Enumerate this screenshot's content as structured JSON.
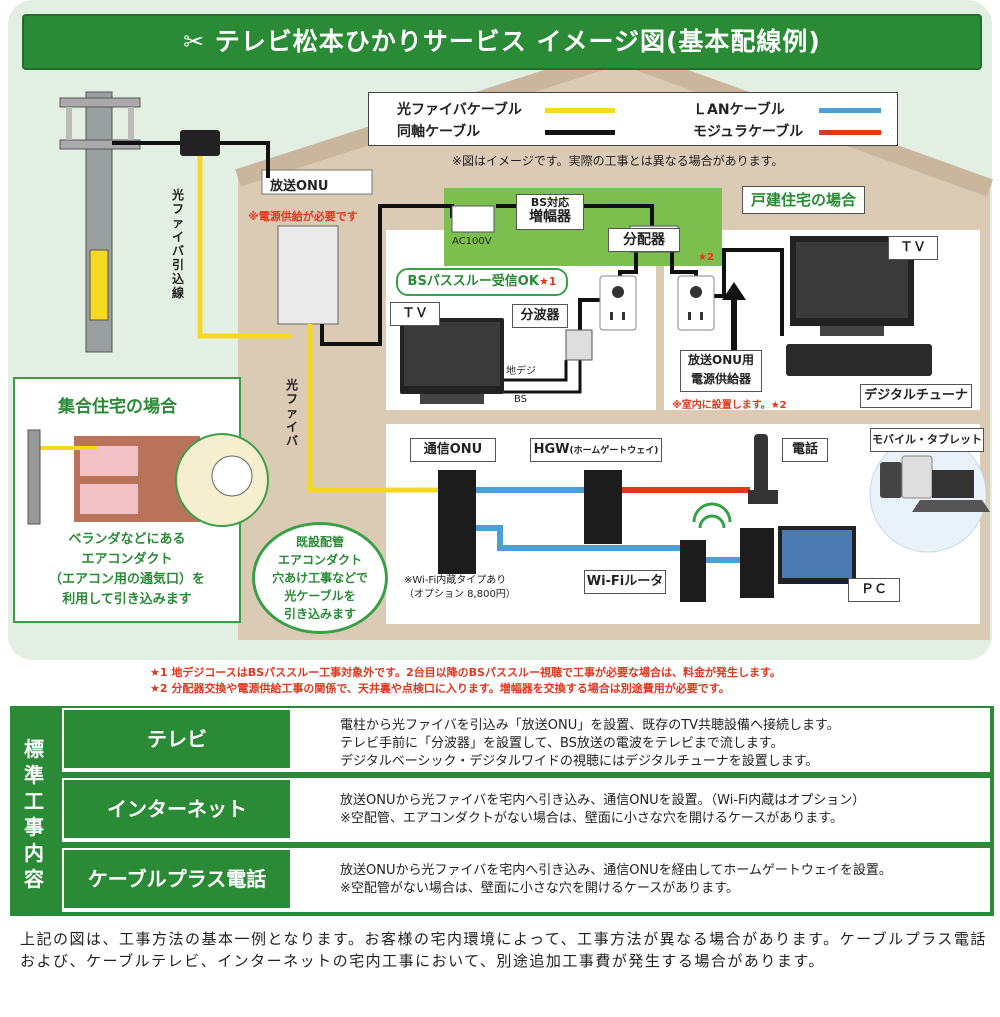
{
  "title": "テレビ松本ひかりサービス イメージ図(基本配線例)",
  "legend": {
    "fiber": "光ファイバケーブル",
    "coax": "同軸ケーブル",
    "lan": "ＬANケーブル",
    "modular": "モジュラケーブル"
  },
  "disclaimer": "※図はイメージです。実際の工事とは異なる場合があります。",
  "labels": {
    "onu_broadcast": "放送ONU",
    "power_note": "※電源供給が必要です",
    "drop_line": "光ファイバ引込線",
    "fiber": "光ファイバ",
    "house_case": "戸建住宅の場合",
    "bs_amp_line1": "BS対応",
    "bs_amp_line2": "増幅器",
    "ac100v": "AC100V",
    "splitter": "分配器",
    "star2": "★2",
    "bs_passthrough": "BSパススルー受信OK",
    "star1": "★1",
    "tv": "ＴＶ",
    "demux": "分波器",
    "terrestrial": "地デジ",
    "bs": "BS",
    "power_supply_line1": "放送ONU用",
    "power_supply_line2": "電源供給器",
    "indoor_note": "※室内に設置します。★2",
    "digital_tuner": "デジタルチューナ",
    "comm_onu": "通信ONU",
    "hgw": "HGW",
    "hgw_sub": "(ホームゲートウェイ)",
    "phone": "電話",
    "mobile": "モバイル・タブレット",
    "wifi_router": "Wi-Fiルータ",
    "pc": "ＰＣ",
    "wifi_note_line1": "※Wi-Fi内蔵タイプあり",
    "wifi_note_line2": "（オプション 8,800円）",
    "apartment_case": "集合住宅の場合",
    "apartment_text": [
      "ベランダなどにある",
      "エアコンダクト",
      "（エアコン用の通気口）を",
      "利用して引き込みます"
    ],
    "bubble_text": [
      "既設配管",
      "エアコンダクト",
      "穴あけ工事などで",
      "光ケーブルを",
      "引き込みます"
    ]
  },
  "footnotes": [
    "★1 地デジコースはBSパススルー工事対象外です。2台目以降のBSパススルー視聴で工事が必要な場合は、料金が発生します。",
    "★2 分配器交換や電源供給工事の関係で、天井裏や点検口に入ります。増幅器を交換する場合は別途費用が必要です。"
  ],
  "standard_work": {
    "side_label": "標準工事内容",
    "rows": [
      {
        "heading": "テレビ",
        "lines": [
          "電柱から光ファイバを引込み「放送ONU」を設置、既存のTV共聴設備へ接続します。",
          "テレビ手前に「分波器」を設置して、BS放送の電波をテレビまで流します。",
          "デジタルベーシック・デジタルワイドの視聴にはデジタルチューナを設置します。"
        ]
      },
      {
        "heading": "インターネット",
        "lines": [
          "放送ONUから光ファイバを宅内へ引き込み、通信ONUを設置。（Wi-Fi内蔵はオプション）",
          "※空配管、エアコンダクトがない場合は、壁面に小さな穴を開けるケースがあります。"
        ]
      },
      {
        "heading": "ケーブルプラス電話",
        "lines": [
          "放送ONUから光ファイバを宅内へ引き込み、通信ONUを経由してホームゲートウェイを設置。",
          "※空配管がない場合は、壁面に小さな穴を開けるケースがあります。"
        ]
      }
    ]
  },
  "bottom_note": "上記の図は、工事方法の基本一例となります。お客様の宅内環境によって、工事方法が異なる場合があります。ケーブルプラス電話および、ケーブルテレビ、インターネットの宅内工事において、別途追加工事費が発生する場合があります。",
  "colors": {
    "green": "#2a8a36",
    "fiber": "#f5d821",
    "coax": "#111111",
    "lan": "#4a9fd6",
    "modular": "#e0371f",
    "bg": "#e4efe3",
    "house": "#dccbb4"
  }
}
